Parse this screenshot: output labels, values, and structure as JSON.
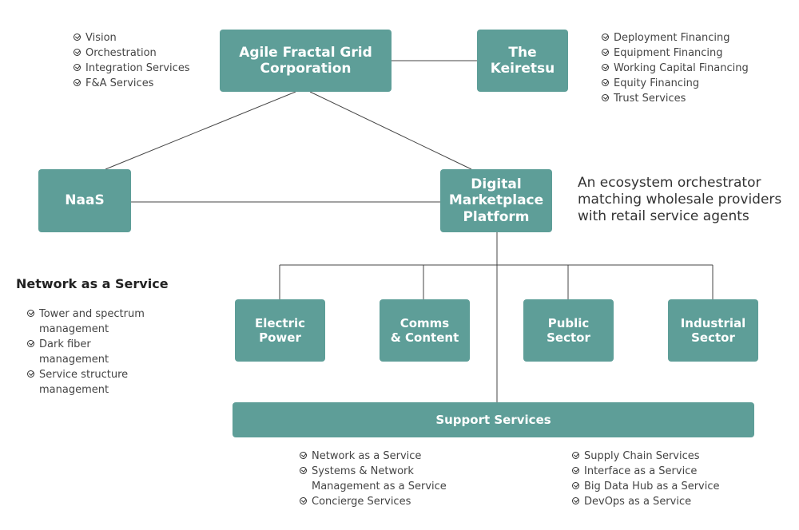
{
  "nodes": {
    "afg": "Agile Fractal Grid\nCorporation",
    "keiretsu": "The\nKeiretsu",
    "naas": "NaaS",
    "dmp": "Digital\nMarketplace\nPlatform",
    "electric": "Electric\nPower",
    "comms": "Comms\n& Content",
    "public": "Public\nSector",
    "industrial": "Industrial\nSector",
    "support": "Support Services"
  },
  "afg_list": [
    "Vision",
    "Orchestration",
    "Integration Services",
    "F&A Services"
  ],
  "keiretsu_list": [
    "Deployment Financing",
    "Equipment Financing",
    "Working Capital Financing",
    "Equity Financing",
    "Trust Services"
  ],
  "tagline": "An ecosystem orchestrator\nmatching wholesale providers\nwith retail service agents",
  "naas_section": {
    "heading": "Network as a Service",
    "items": [
      "Tower and spectrum\nmanagement",
      "Dark fiber\nmanagement",
      "Service structure\nmanagement"
    ]
  },
  "support_left": [
    "Network as a Service",
    "Systems & Network\nManagement as a Service",
    "Concierge Services"
  ],
  "support_right": [
    "Supply Chain Services",
    "Interface as a Service",
    "Big Data Hub as a Service",
    "DevOps as a Service"
  ],
  "colors": {
    "box": "#5e9e98",
    "box_text": "#ffffff",
    "line": "#444444"
  },
  "icons": {
    "bullet": "check-circle-icon"
  }
}
